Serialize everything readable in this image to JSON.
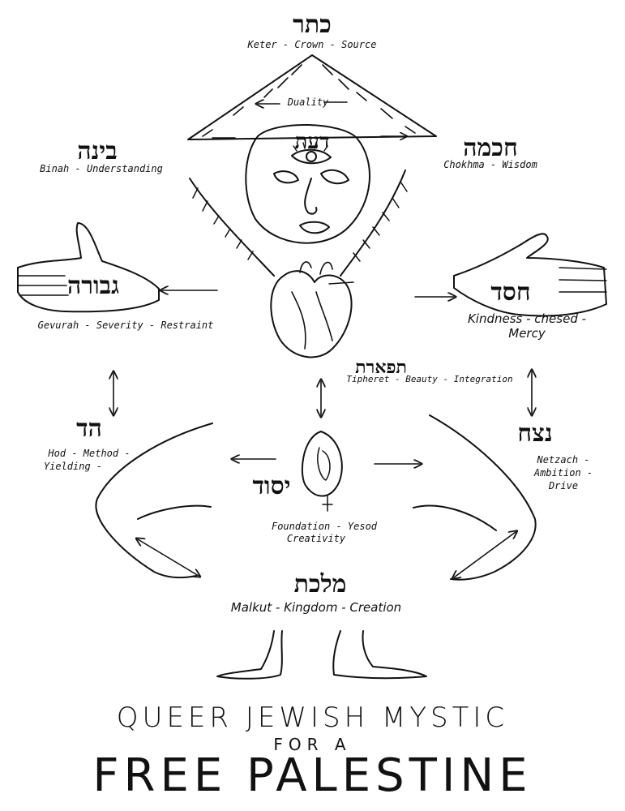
{
  "sefirot": {
    "keter": {
      "hebrew": "כתר",
      "caption": "Keter - Crown - Source"
    },
    "duality": {
      "caption": "Duality"
    },
    "daat": {
      "hebrew": "דעת"
    },
    "binah": {
      "hebrew": "בינה",
      "caption": "Binah - Understanding"
    },
    "chokhma": {
      "hebrew": "חכמה",
      "caption": "Chokhma - Wisdom"
    },
    "gevurah": {
      "hebrew": "גבורה",
      "caption": "Gevurah - Severity - Restraint"
    },
    "chesed": {
      "hebrew": "חסד",
      "caption_line1": "Kindness - chesed -",
      "caption_line2": "Mercy"
    },
    "tipheret": {
      "hebrew": "תפארת",
      "caption": "Tipheret - Beauty - Integration"
    },
    "hod": {
      "hebrew": "הד",
      "caption_line1": "Hod - Method -",
      "caption_line2": "Yielding -"
    },
    "netzach": {
      "hebrew": "נצח",
      "caption_line1": "Netzach -",
      "caption_line2": "Ambition -",
      "caption_line3": "Drive"
    },
    "yesod": {
      "hebrew": "יסוד",
      "caption_line1": "Foundation - Yesod",
      "caption_line2": "Creativity"
    },
    "malkut": {
      "hebrew": "מלכת",
      "caption": "Malkut - Kingdom - Creation"
    }
  },
  "poster": {
    "line1": "QUEER JEWISH MYSTIC",
    "line2": "FOR A",
    "line3": "FREE PALESTINE"
  },
  "colors": {
    "ink": "#111111",
    "paper": "#ffffff"
  }
}
